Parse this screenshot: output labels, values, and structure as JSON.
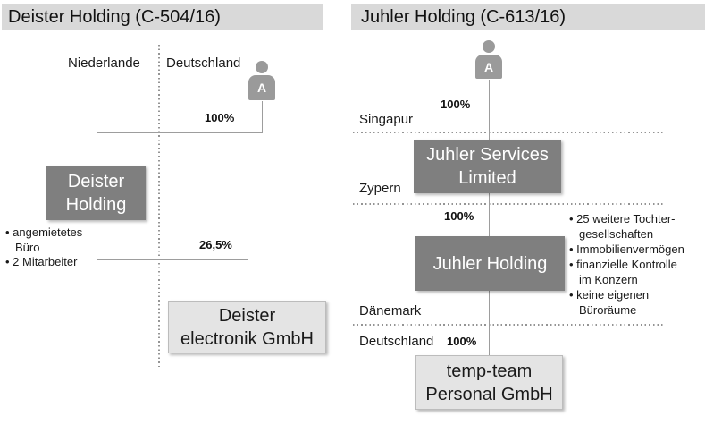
{
  "colors": {
    "header_bg": "#d9d9d9",
    "dark_box_bg": "#7f7f7f",
    "dark_box_text": "#ffffff",
    "light_box_bg": "#e4e4e4",
    "person_gray": "#9a9a9a",
    "connector_gray": "#9d9d9d",
    "dotted_gray": "#949494",
    "text": "#1a1a1a"
  },
  "left_panel": {
    "title": "Deister Holding (C-504/16)",
    "region_left": "Niederlande",
    "region_right": "Deutschland",
    "person_label": "A",
    "pct_top": "100%",
    "pct_bottom": "26,5%",
    "holding_box": {
      "line1": "Deister",
      "line2": "Holding"
    },
    "subsidiary_box": {
      "line1": "Deister",
      "line2": "electronik GmbH"
    },
    "notes": [
      "angemietetes\nBüro",
      "2 Mitarbeiter"
    ]
  },
  "right_panel": {
    "title": "Juhler Holding (C-613/16)",
    "person_label": "A",
    "country_1": "Singapur",
    "country_2": "Zypern",
    "country_3": "Dänemark",
    "country_4": "Deutschland",
    "pct_top": "100%",
    "pct_mid": "100%",
    "pct_bottom": "100%",
    "services_box": {
      "line1": "Juhler Services",
      "line2": "Limited"
    },
    "holding_box": {
      "line1": "Juhler Holding"
    },
    "subsidiary_box": {
      "line1": "temp-team",
      "line2": "Personal GmbH"
    },
    "notes": [
      "25 weitere Tochter-\ngesellschaften",
      "Immobilienvermögen",
      "finanzielle Kontrolle\nim Konzern",
      "keine eigenen\nBüroräume"
    ]
  }
}
